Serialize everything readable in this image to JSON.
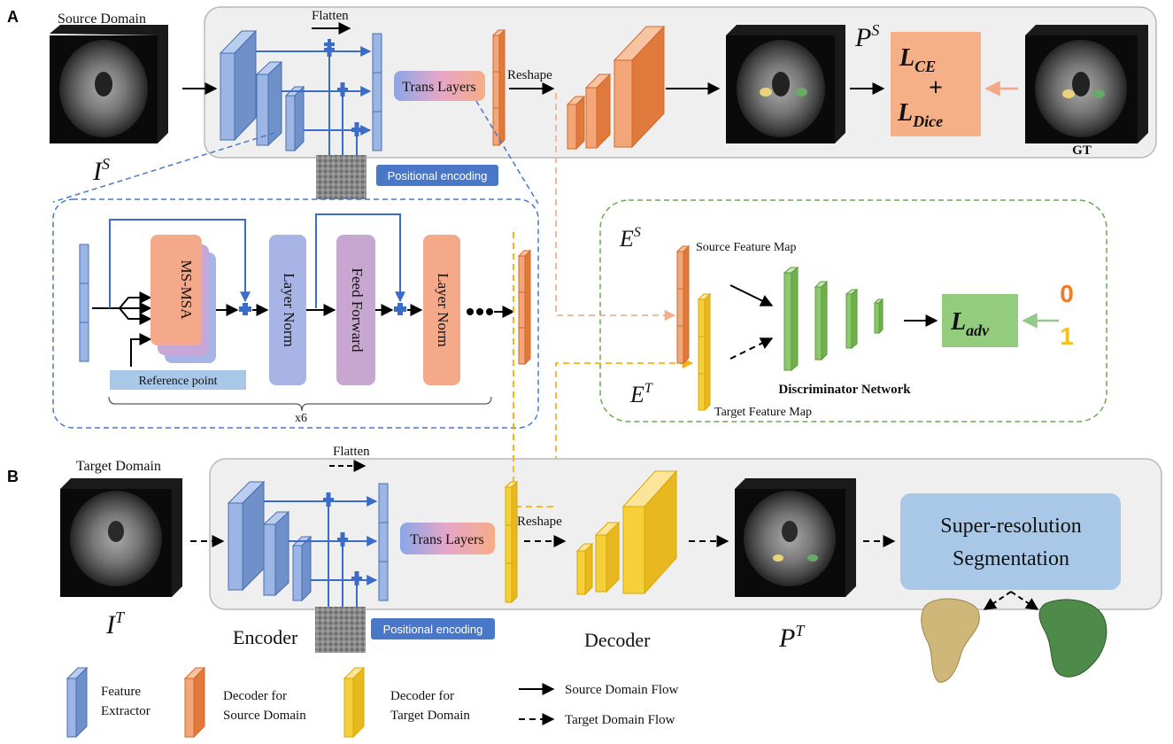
{
  "panels": {
    "a_letter": "A",
    "b_letter": "B"
  },
  "top": {
    "source_domain": "Source Domain",
    "input_symbol": "I",
    "input_sup": "S",
    "flatten": "Flatten",
    "trans_layers": "Trans Layers",
    "reshape": "Reshape",
    "positional_encoding": "Positional encoding",
    "pred_symbol": "P",
    "pred_sup": "S",
    "loss_ce": "L",
    "loss_ce_sub": "CE",
    "plus": "+",
    "loss_dice": "L",
    "loss_dice_sub": "Dice",
    "gt": "GT"
  },
  "transformer": {
    "ms_msa": "MS-MSA",
    "layer_norm_1": "Layer Norm",
    "feed_forward": "Feed Forward",
    "layer_norm_2": "Layer Norm",
    "reference_point": "Reference point",
    "repeat": "x6"
  },
  "discriminator": {
    "es_symbol": "E",
    "es_sup": "S",
    "source_feature_map": "Source Feature Map",
    "et_symbol": "E",
    "et_sup": "T",
    "target_feature_map": "Target Feature Map",
    "network": "Discriminator Network",
    "loss_adv": "L",
    "loss_adv_sub": "adv",
    "label_source": "0",
    "label_target": "1"
  },
  "bottom": {
    "target_domain": "Target Domain",
    "input_symbol": "I",
    "input_sup": "T",
    "flatten": "Flatten",
    "trans_layers": "Trans Layers",
    "reshape": "Reshape",
    "positional_encoding": "Positional encoding",
    "encoder": "Encoder",
    "decoder": "Decoder",
    "pred_symbol": "P",
    "pred_sup": "T",
    "srs_line1": "Super-resolution",
    "srs_line2": "Segmentation"
  },
  "legend": {
    "feature_extractor_1": "Feature",
    "feature_extractor_2": "Extractor",
    "decoder_source_1": "Decoder for",
    "decoder_source_2": "Source Domain",
    "decoder_target_1": "Decoder for",
    "decoder_target_2": "Target Domain",
    "source_flow": "Source Domain Flow",
    "target_flow": "Target  Domain Flow"
  },
  "colors": {
    "extractor": "#8fb0e0",
    "source_decoder": "#f3a778",
    "target_decoder": "#f6d03a",
    "discriminator": "#8cc86d",
    "loss_box": "#f5b087",
    "adv_box": "#94cc7d",
    "positional_box": "#4a78c9",
    "srs_box": "#a9c8e8",
    "label0": "#f07c2a",
    "label1": "#f5c020"
  }
}
